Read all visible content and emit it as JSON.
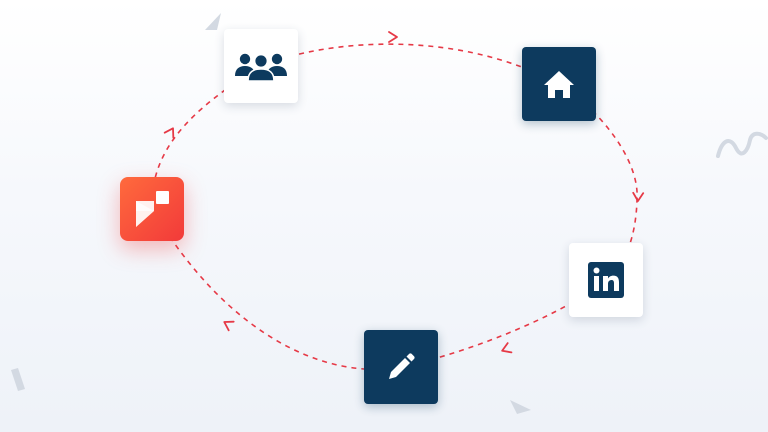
{
  "diagram": {
    "type": "cycle",
    "nodes": [
      {
        "id": "team",
        "icon": "team-icon"
      },
      {
        "id": "home",
        "icon": "home-icon"
      },
      {
        "id": "linkedin",
        "icon": "linkedin-icon",
        "text": "in"
      },
      {
        "id": "edit",
        "icon": "pencil-icon"
      },
      {
        "id": "brand",
        "icon": "brand-logo"
      }
    ],
    "flow": [
      "team",
      "home",
      "linkedin",
      "edit",
      "brand",
      "team"
    ]
  },
  "colors": {
    "arrow": "#e63946",
    "dark_tile": "#0d3a5e",
    "brand_start": "#ff6a3d",
    "brand_end": "#f23a3a",
    "decor": "#cfd6e0"
  }
}
